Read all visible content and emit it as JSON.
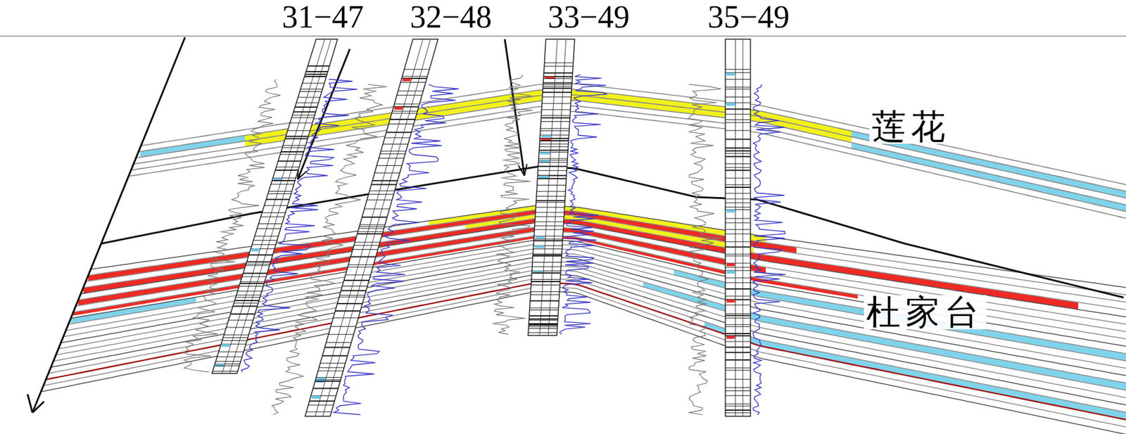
{
  "diagram": {
    "labels": [
      "31−47",
      "32−48",
      "33−49",
      "35−49",
      "莲花",
      "杜家台"
    ]
  }
}
